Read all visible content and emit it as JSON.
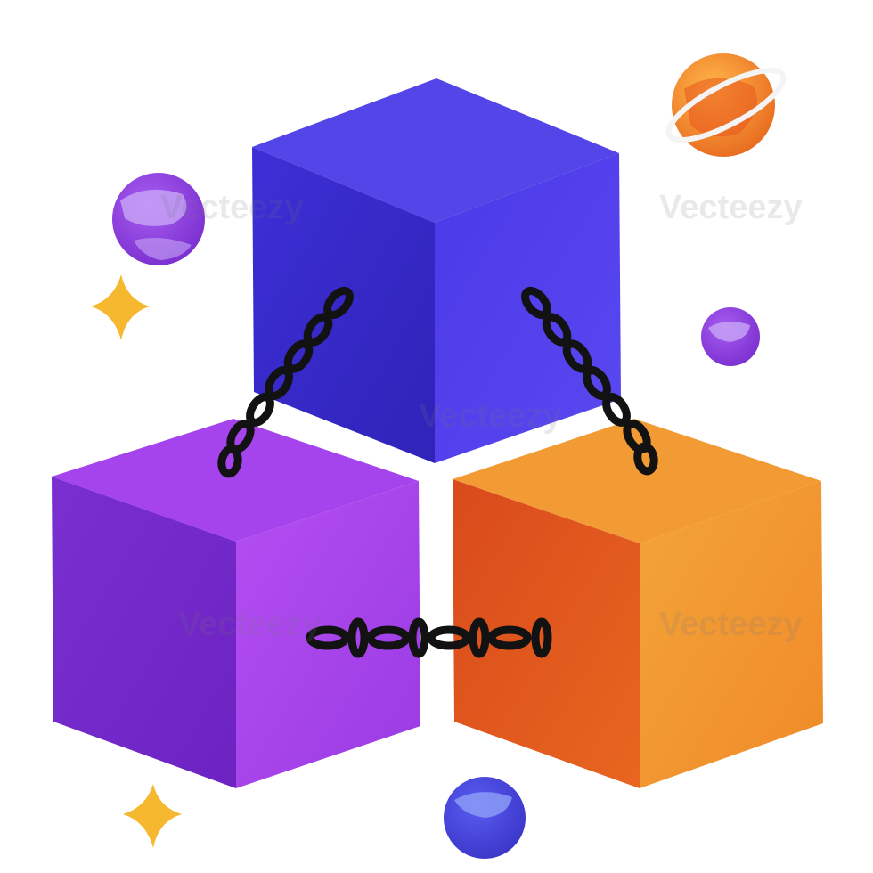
{
  "scene": {
    "subject": "blockchain-cubes",
    "colors": {
      "blue_cube": "#4f3ee0",
      "purple_cube": "#9b3fe6",
      "orange_cube": "#f08a2a",
      "chain": "#111111",
      "saturn": "#f39b2a",
      "star": "#f5b82e"
    },
    "icons": [
      "blue-cube",
      "purple-cube",
      "orange-cube",
      "chain-link",
      "planet-icon",
      "star-icon"
    ]
  },
  "watermark": {
    "text": "Vecteezy"
  }
}
